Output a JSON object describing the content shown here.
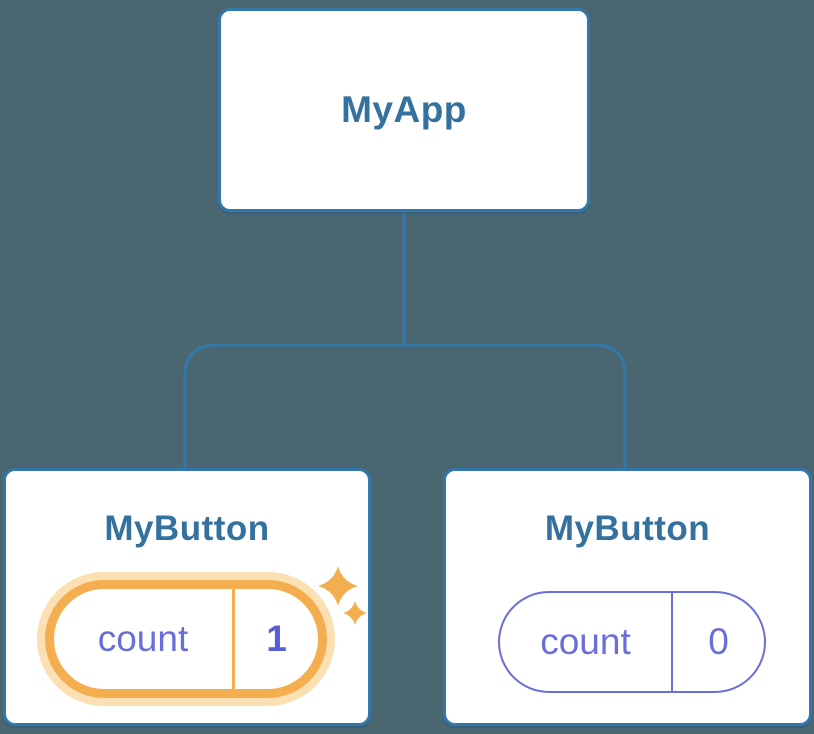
{
  "colors": {
    "bg": "#4A6771",
    "line_blue": "#3377AB",
    "title_blue": "#35719F",
    "purple": "#6A6EDB",
    "purple_bold": "#585FD6",
    "orange": "#F5AE4F",
    "halo_orange": "#FAE0B2",
    "card_bg": "#FFFFFF"
  },
  "tree": {
    "root": {
      "label": "MyApp"
    },
    "children": [
      {
        "label": "MyButton",
        "state_name": "count",
        "state_value": "1",
        "highlighted": true,
        "icon": "sparkles-icon"
      },
      {
        "label": "MyButton",
        "state_name": "count",
        "state_value": "0",
        "highlighted": false
      }
    ]
  }
}
